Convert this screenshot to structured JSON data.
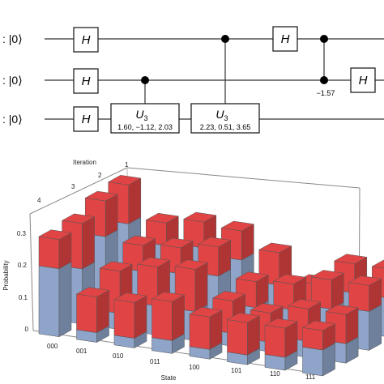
{
  "circuit": {
    "qubit_labels": [
      ": |0⟩",
      ": |0⟩",
      ": |0⟩"
    ],
    "h_label": "H",
    "u3_label": "U",
    "u3_sub": "3",
    "u3_gates": [
      {
        "params": "1.60, −1.12, 2.03"
      },
      {
        "params": "2.23, 0.51, 3.65"
      }
    ],
    "phase_label": "−1.57",
    "colors": {
      "wire": "#333333",
      "gate_border": "#222222",
      "control_dot": "#000000"
    }
  },
  "chart_data": {
    "type": "bar",
    "style": "3d-stacked",
    "xlabel": "State",
    "ylabel": "Probability",
    "depth_label": "Iteration",
    "categories": [
      "000",
      "001",
      "010",
      "011",
      "100",
      "101",
      "110",
      "111"
    ],
    "iterations": [
      "1",
      "2",
      "3",
      "4"
    ],
    "ytick_labels": [
      "0",
      "0.1",
      "0.2",
      "0.3"
    ],
    "ylim": [
      0,
      0.35
    ],
    "series_colors": {
      "lower": "#8ea4c8",
      "upper": "#e04444"
    },
    "stacks": [
      {
        "iteration": "4",
        "totals": [
          0.3,
          0.14,
          0.14,
          0.16,
          0.13,
          0.13,
          0.13,
          0.14
        ],
        "lower": [
          0.21,
          0.03,
          0.03,
          0.04,
          0.03,
          0.03,
          0.04,
          0.08
        ]
      },
      {
        "iteration": "3",
        "totals": [
          0.31,
          0.18,
          0.21,
          0.22,
          0.14,
          0.12,
          0.15,
          0.15
        ],
        "lower": [
          0.17,
          0.05,
          0.09,
          0.09,
          0.04,
          0.03,
          0.05,
          0.06
        ]
      },
      {
        "iteration": "2",
        "totals": [
          0.34,
          0.22,
          0.23,
          0.25,
          0.16,
          0.17,
          0.2,
          0.2
        ],
        "lower": [
          0.23,
          0.14,
          0.15,
          0.16,
          0.08,
          0.09,
          0.11,
          0.12
        ]
      },
      {
        "iteration": "1",
        "totals": [
          0.35,
          0.25,
          0.27,
          0.26,
          0.21,
          0.13,
          0.21,
          0.21
        ],
        "lower": [
          0.23,
          0.18,
          0.19,
          0.17,
          0.11,
          0.06,
          0.12,
          0.12
        ]
      }
    ]
  }
}
